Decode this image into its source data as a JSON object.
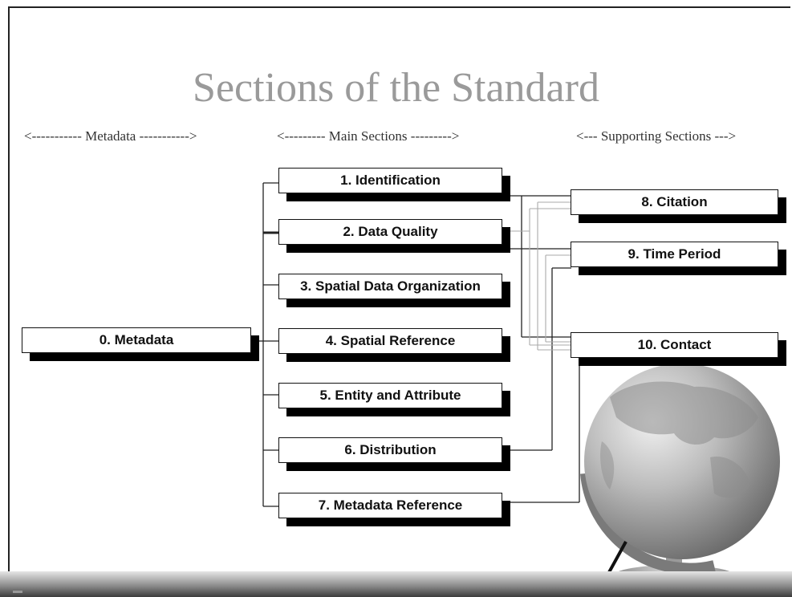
{
  "title": "Sections of the Standard",
  "column_headers": {
    "metadata": "<----------- Metadata ----------->",
    "main": "<--------- Main Sections --------->",
    "supporting": "<--- Supporting Sections --->"
  },
  "boxes": {
    "metadata": "0. Metadata",
    "main": [
      "1. Identification",
      "2. Data Quality",
      "3. Spatial Data Organization",
      "4. Spatial Reference",
      "5. Entity and Attribute",
      "6. Distribution",
      "7. Metadata Reference"
    ],
    "supporting": [
      "8. Citation",
      "9. Time Period",
      "10. Contact"
    ]
  },
  "colors": {
    "title": "#9a9a9a",
    "box_border": "#111111",
    "box_shadow": "#000000",
    "connector_dark": "#222222",
    "connector_light": "#aaaaaa"
  }
}
